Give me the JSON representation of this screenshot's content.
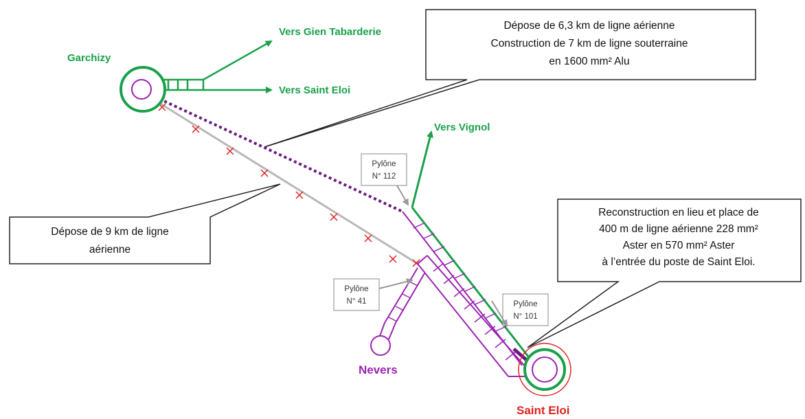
{
  "colors": {
    "green": "#1aa04a",
    "violet": "#9a22b0",
    "dark_violet": "#6a1a80",
    "grey_line": "#b8b8b8",
    "red": "#e02020",
    "callout_border": "#222222"
  },
  "substations": {
    "garchizy": "Garchizy",
    "nevers": "Nevers",
    "saint_eloi": "Saint Eloi"
  },
  "directions": {
    "gien": "Vers Gien Tabarderie",
    "saint_eloi": "Vers Saint Eloi",
    "vignol": "Vers Vignol"
  },
  "pylons": {
    "p112": [
      "Pylône",
      "N° 112"
    ],
    "p41": [
      "Pylône",
      "N° 41"
    ],
    "p101": [
      "Pylône",
      "N° 101"
    ]
  },
  "callouts": {
    "underground": [
      "Dépose de 6,3 km de ligne aérienne",
      "Construction de 7 km de ligne souterraine",
      "en 1600 mm² Alu"
    ],
    "removal": [
      "Dépose de 9 km de ligne",
      "aérienne"
    ],
    "reconstruction": [
      "Reconstruction en lieu et place de",
      "400 m de ligne aérienne 228 mm²",
      "Aster en 570 mm² Aster",
      "à l’entrée du poste de Saint Eloi."
    ]
  }
}
